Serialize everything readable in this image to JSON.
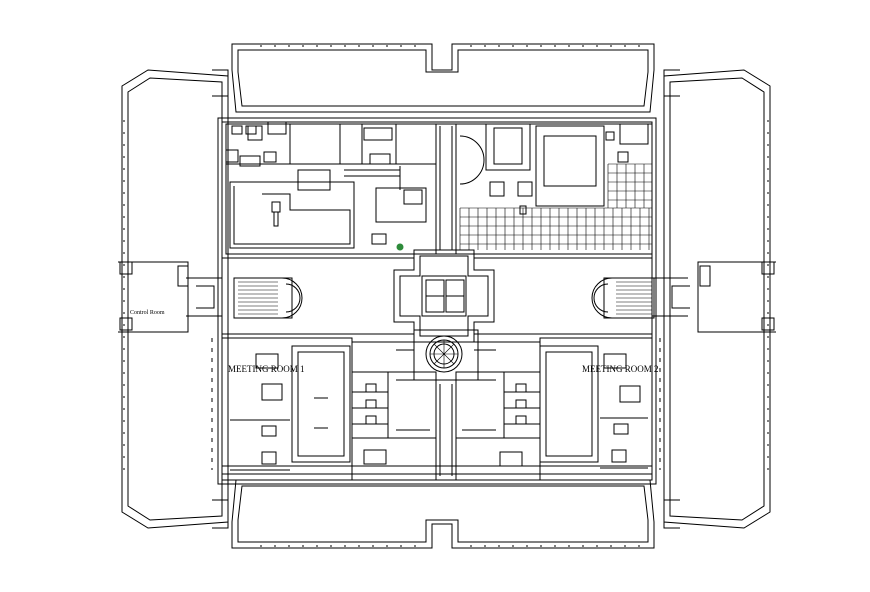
{
  "plan": {
    "labels": {
      "meeting_room_1": "MEETING ROOM 1",
      "meeting_room_2": "MEETING ROOM 2",
      "control_room": "Control Room"
    },
    "colors": {
      "line": "#000000",
      "background": "#ffffff",
      "accent_green": "#2e8b3a"
    }
  }
}
